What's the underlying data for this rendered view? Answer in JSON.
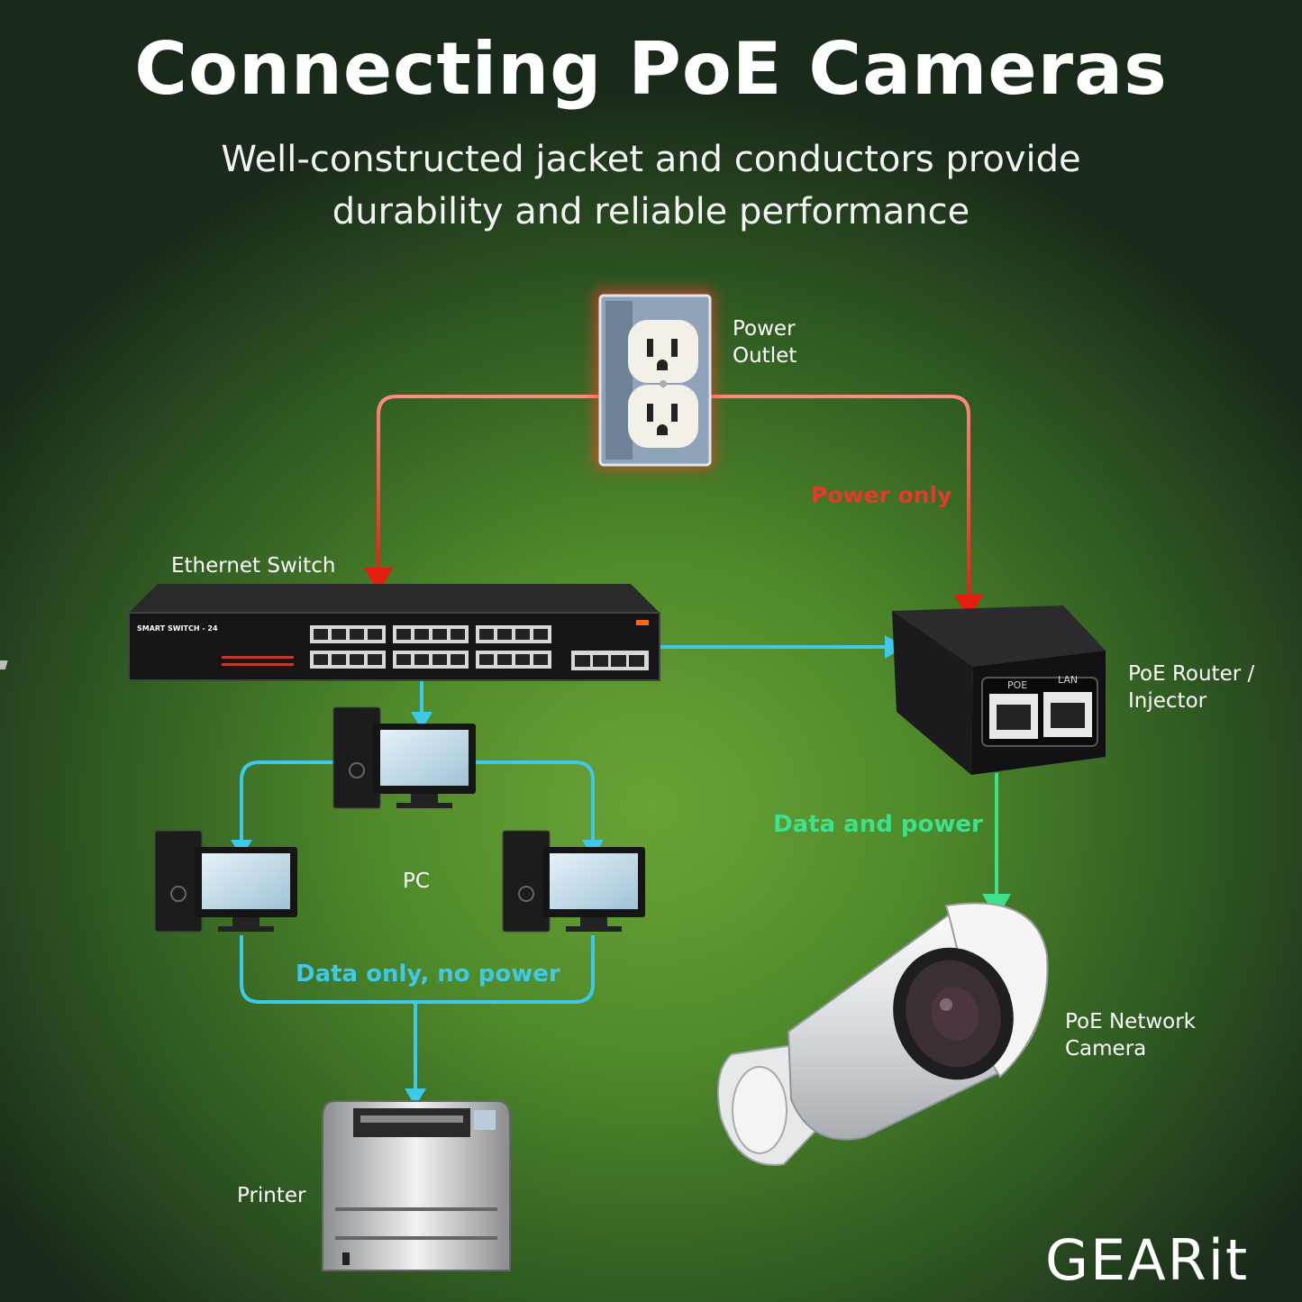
{
  "header": {
    "title": "Connecting PoE Cameras",
    "subtitle": "Well-constructed jacket and conductors provide durability and reliable performance"
  },
  "nodes": {
    "power_outlet": "Power Outlet",
    "ethernet_switch": "Ethernet Switch",
    "switch_model": "SMART SWITCH - 24",
    "poe_injector": "PoE Router / Injector",
    "injector_port_poe": "POE",
    "injector_port_lan": "LAN",
    "pc": "PC",
    "printer": "Printer",
    "camera": "PoE Network Camera"
  },
  "connections": {
    "power_only": "Power only",
    "data_and_power": "Data and power",
    "data_only": "Data only, no power"
  },
  "brand": {
    "logo": "GEARit"
  },
  "colors": {
    "power_line": "#e8473b",
    "data_power_line": "#3fe08c",
    "data_line": "#3ec9ea"
  }
}
